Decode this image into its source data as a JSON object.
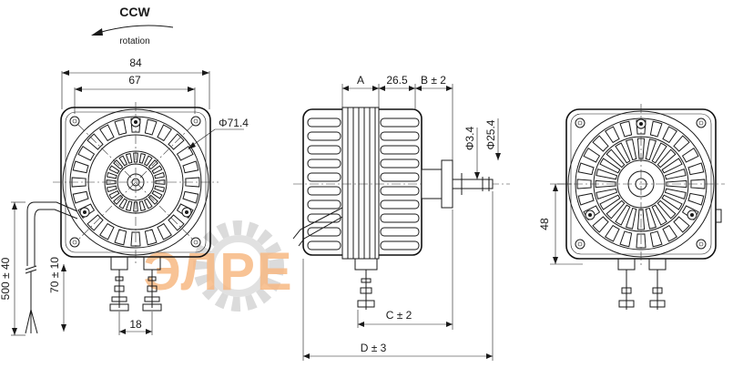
{
  "rotation": {
    "direction": "CCW",
    "caption": "rotation"
  },
  "dimensions": {
    "overall_width": "84",
    "hole_spacing": "67",
    "fan_diameter": "Φ71.4",
    "shaft_diameter": "Φ3.4",
    "hub_diameter": "Φ25.4",
    "dim_a": "A",
    "dim_26_5": "26.5",
    "dim_b": "B ± 2",
    "dim_c": "C ± 2",
    "dim_d": "D ± 3",
    "lead_length": "500 ± 40",
    "lead_strip": "70 ± 10",
    "terminal_spacing": "18",
    "mount_height": "48"
  },
  "watermark": {
    "text": "ЭЛРЕ",
    "color": "#f5a15a",
    "gear_color": "#c9c9c9"
  },
  "colors": {
    "line": "#1a1a1a",
    "background": "#ffffff"
  }
}
